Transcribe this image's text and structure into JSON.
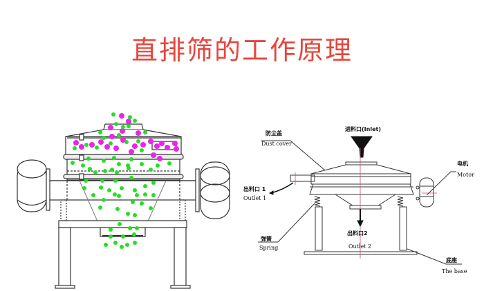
{
  "title": "直排筛的工作原理",
  "colors": {
    "title": "#e8453c",
    "line": "#333333",
    "center_line": "#c0506a",
    "particle_fine": "#22e022",
    "particle_coarse": "#ee22ee"
  },
  "left_diagram": {
    "name": "直排筛剖面动画示意图 (animated particle cross-section)",
    "particles": {
      "coarse_label": "magenta",
      "fine_label": "green"
    }
  },
  "right_diagram": {
    "labels": {
      "inlet_cn": "进料口(Inlet)",
      "dust_cover_cn": "防尘盖",
      "dust_cover_en": "Dust cover",
      "motor_cn": "电机",
      "motor_en": "Motor",
      "outlet1_cn": "出料口 1",
      "outlet1_en": "Outlet 1",
      "outlet2_cn": "出料口2",
      "outlet2_en": "Outlet 2",
      "spring_cn": "弹簧",
      "spring_en": "Spring",
      "base_cn": "底座",
      "base_en": "The base"
    }
  }
}
